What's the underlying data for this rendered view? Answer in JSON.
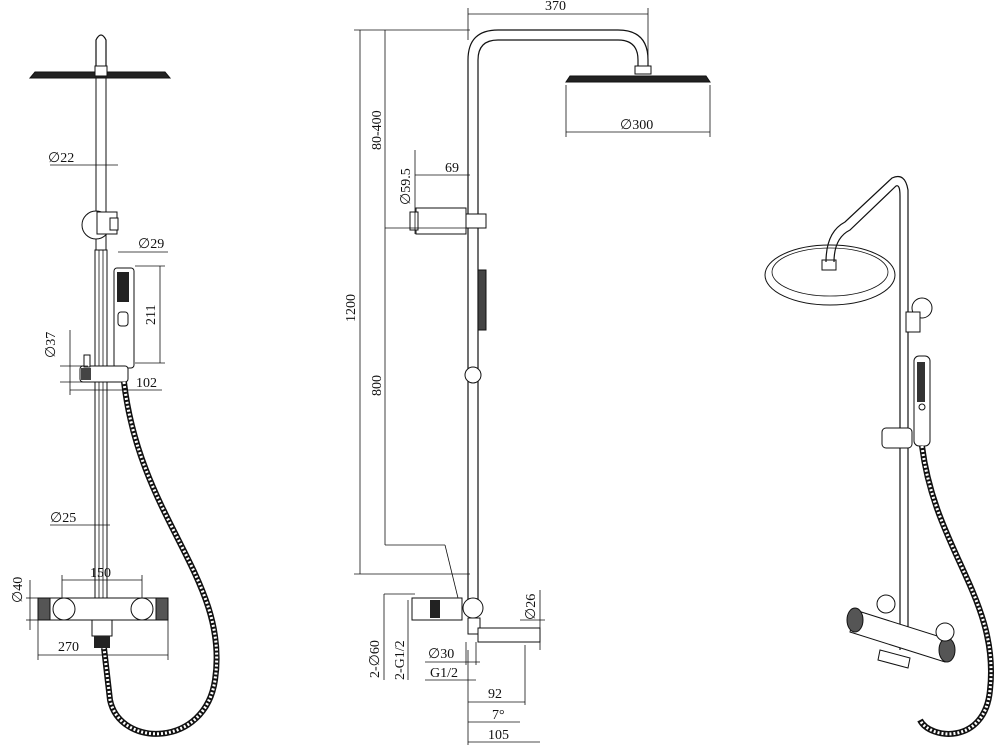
{
  "front_view": {
    "dim_pipe_d22": "∅22",
    "dim_handshower_d29": "∅29",
    "dim_handshower_len": "211",
    "dim_holder_d37": "∅37",
    "dim_holder_offset": "102",
    "dim_lower_pipe_d25": "∅25",
    "dim_mixer_d40": "∅40",
    "dim_mixer_centres": "150",
    "dim_mixer_width": "270"
  },
  "side_view": {
    "dim_arm_reach": "370",
    "dim_head_d300": "∅300",
    "dim_adjust_range": "80-400",
    "dim_bracket_d": "∅59.5",
    "dim_bracket_offset": "69",
    "dim_total_height": "1200",
    "dim_lower_height": "800",
    "dim_inlet_d26": "∅26",
    "dim_escutcheon": "2-∅60",
    "dim_inlet_thread": "2-G1/2",
    "dim_spout_d30": "∅30",
    "dim_spout_thread": "G1/2",
    "dim_wall_offset": "92",
    "dim_angle": "7°",
    "dim_spout_reach": "105"
  }
}
